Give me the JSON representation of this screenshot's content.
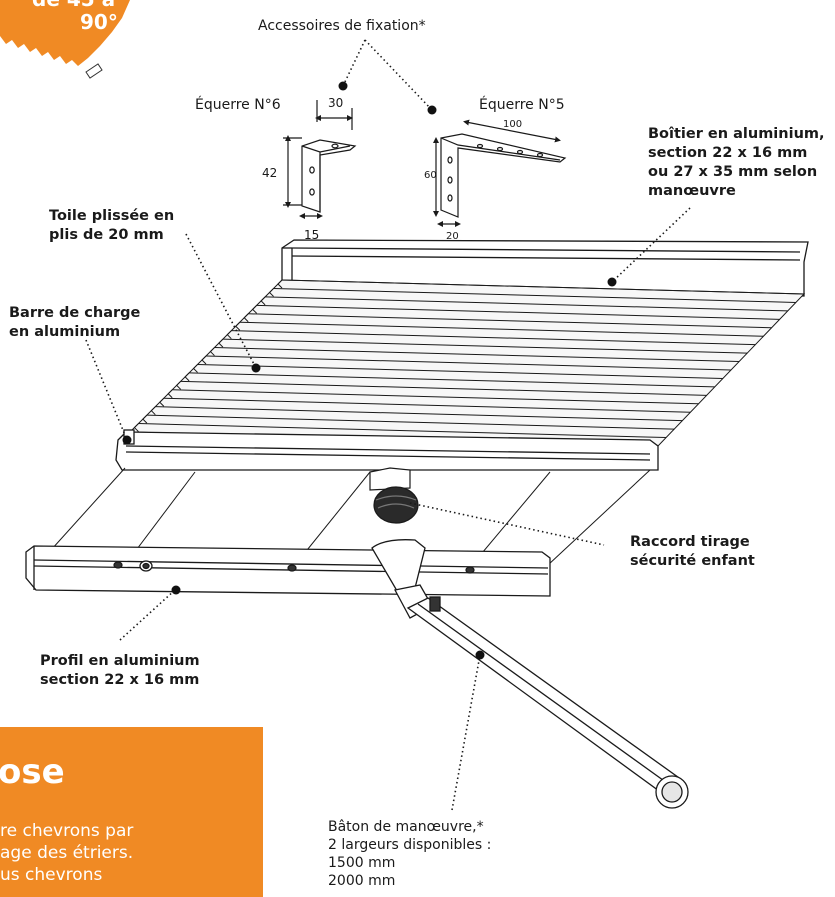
{
  "badge": {
    "line1": "de 45 à",
    "line2": "90°"
  },
  "labels": {
    "accessoires": "Accessoires de fixation*",
    "equerre6": "Équerre N°6",
    "equerre5": "Équerre N°5",
    "boitier": [
      "Boîtier en aluminium,",
      "section 22 x 16 mm",
      "ou 27 x 35 mm selon",
      "manœuvre"
    ],
    "toile": [
      "Toile plissée en",
      "plis de 20 mm"
    ],
    "barre": [
      "Barre de charge",
      "en aluminium"
    ],
    "raccord": [
      "Raccord tirage",
      "sécurité enfant"
    ],
    "profil": [
      "Profil en aluminium",
      "section 22 x 16 mm"
    ],
    "baton": [
      "Bâton de manœuvre,*",
      "2 largeurs disponibles :",
      "1500 mm",
      "2000 mm"
    ]
  },
  "dimensions": {
    "e6_width": "30",
    "e6_height": "42",
    "e6_bottom": "15",
    "e5_width": "100",
    "e5_height": "60",
    "e5_bottom": "20"
  },
  "panel": {
    "title": "ose",
    "lines": [
      "re chevrons par",
      "age des étriers.",
      "us chevrons"
    ]
  },
  "colors": {
    "accent": "#f08a24",
    "line": "#1a1a1a"
  }
}
